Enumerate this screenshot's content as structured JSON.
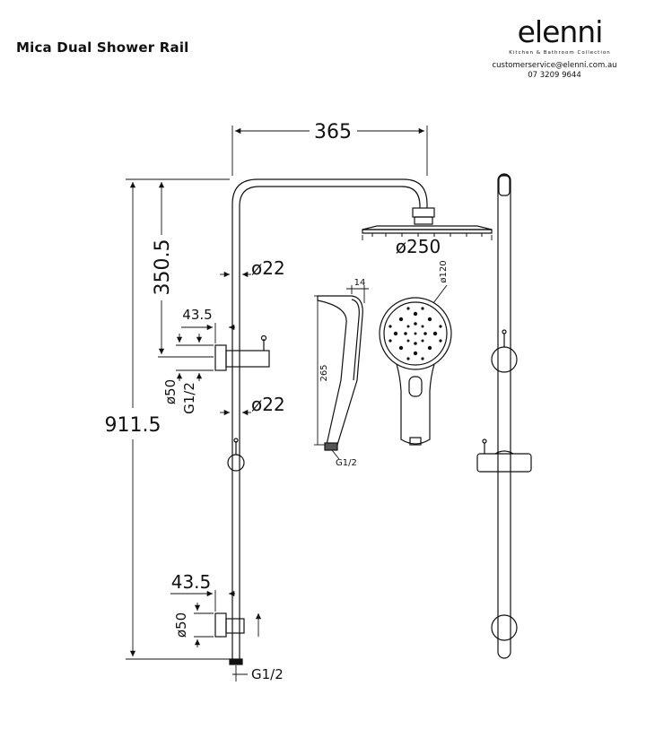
{
  "header": {
    "title": "Mica Dual Shower Rail"
  },
  "brand": {
    "name": "elenni",
    "tagline": "Kitchen & Bathroom Collection",
    "email": "customerservice@elenni.com.au",
    "phone": "07 3209 9644"
  },
  "dimensions": {
    "arm_width": "365",
    "total_height": "911.5",
    "upper_height": "350.5",
    "pipe_dia_top": "ø22",
    "pipe_dia_mid": "ø22",
    "shower_head_dia": "ø250",
    "bracket_offset_upper": "43.5",
    "bracket_offset_lower": "43.5",
    "bracket_dia_upper": "ø50",
    "bracket_dia_lower": "ø50",
    "thread_upper": "G1/2",
    "thread_lower": "G1/2",
    "handset_depth": "14",
    "handset_length": "265",
    "handset_thread": "G1/2",
    "handset_face_dia": "ø120"
  }
}
